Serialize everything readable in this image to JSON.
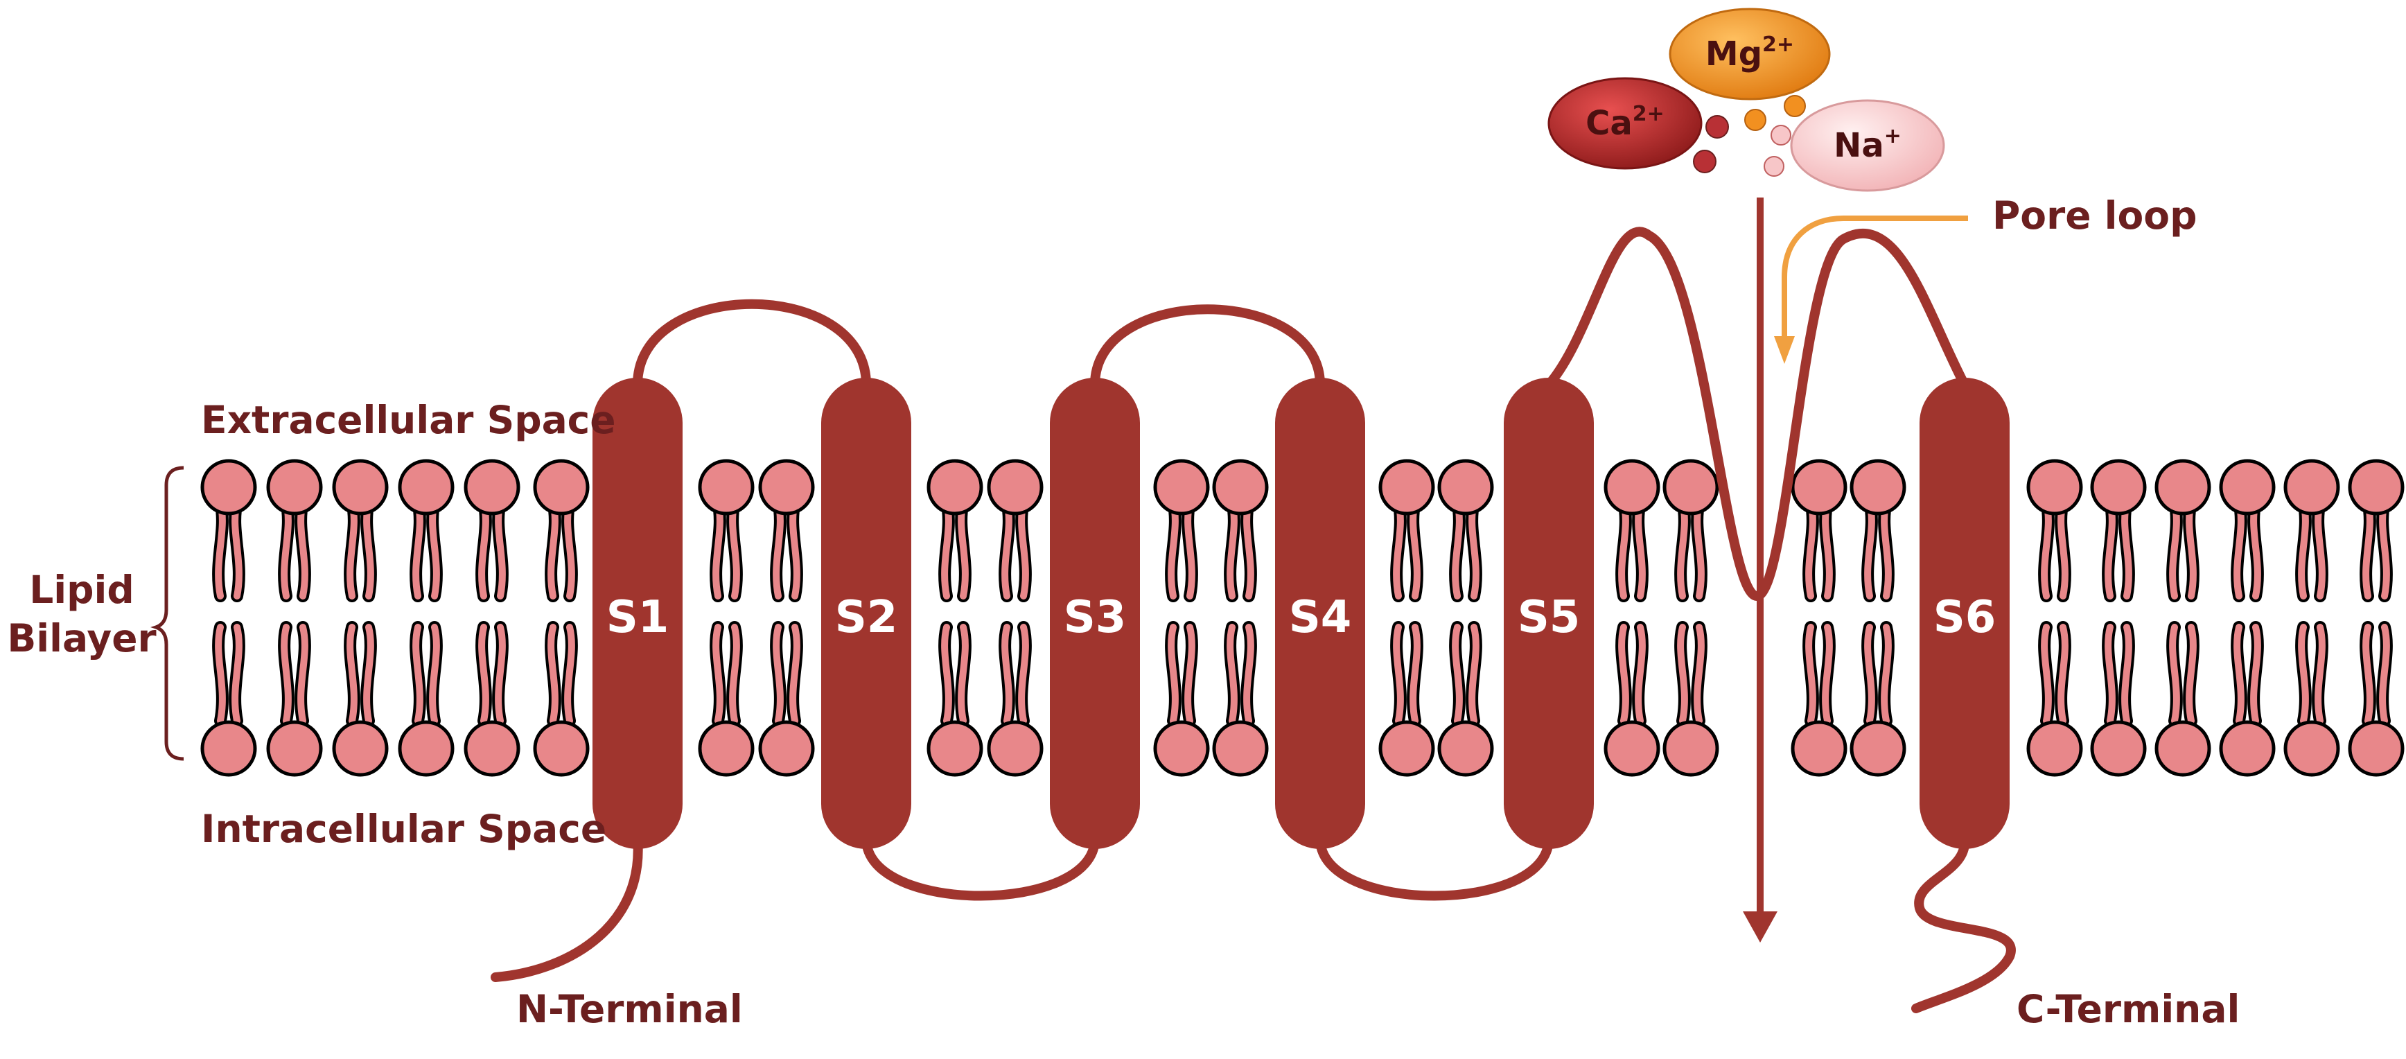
{
  "diagram": {
    "labels": {
      "extracellular": "Extracellular Space",
      "intracellular": "Intracellular Space",
      "lipid_line1": "Lipid",
      "lipid_line2": "Bilayer",
      "pore_loop": "Pore loop",
      "n_terminal": "N-Terminal",
      "c_terminal": "C-Terminal"
    },
    "segments": [
      "S1",
      "S2",
      "S3",
      "S4",
      "S5",
      "S6"
    ],
    "ions": {
      "mg": {
        "base": "Mg",
        "charge": "2+"
      },
      "ca": {
        "base": "Ca",
        "charge": "2+"
      },
      "na": {
        "base": "Na",
        "charge": "+"
      }
    },
    "colors": {
      "protein": "#a0352e",
      "lipid_head": "#e8878a",
      "lipid_tail": "#e8878a",
      "label_text": "#6b1f1f",
      "pore_arrow": "#f0a040",
      "mg_ion": "#f29020",
      "ca_ion": "#c0282a",
      "na_ion": "#f7c6c8"
    }
  }
}
